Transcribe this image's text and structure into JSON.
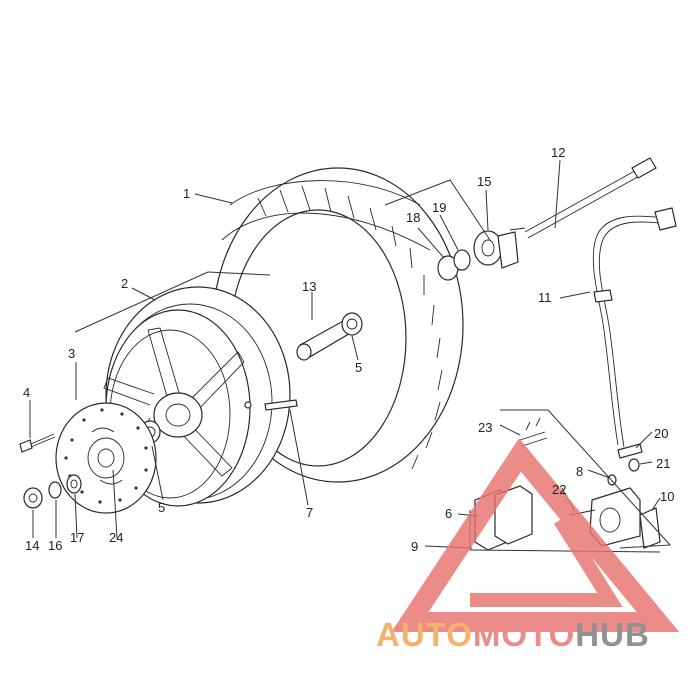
{
  "labels": {
    "l1": "1",
    "l2": "2",
    "l3": "3",
    "l4": "4",
    "l5a": "5",
    "l5b": "5",
    "l6": "6",
    "l7": "7",
    "l8": "8",
    "l9": "9",
    "l10": "10",
    "l11": "11",
    "l12": "12",
    "l13": "13",
    "l14": "14",
    "l15": "15",
    "l16": "16",
    "l17": "17",
    "l18": "18",
    "l19": "19",
    "l20": "20",
    "l21": "21",
    "l22": "22",
    "l23": "23",
    "l24": "24"
  },
  "watermark": {
    "part1": "AUTO",
    "part2": "MOTO",
    "part3": "HUB",
    "color_orange": "#f4a24a",
    "color_gray": "#7a7a7a",
    "color_red": "#e8736e"
  }
}
